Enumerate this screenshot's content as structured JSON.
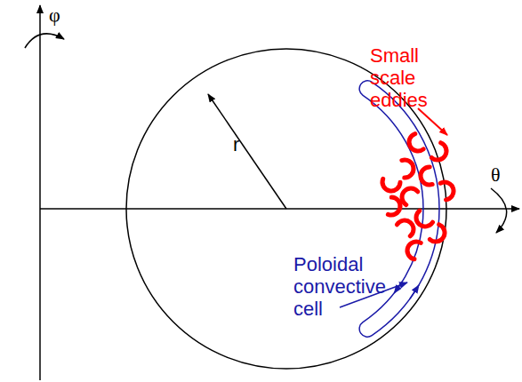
{
  "diagram": {
    "labels": [
      "φ",
      "θ",
      "r",
      "Small scale eddies",
      "Poloidal convective cell"
    ]
  }
}
